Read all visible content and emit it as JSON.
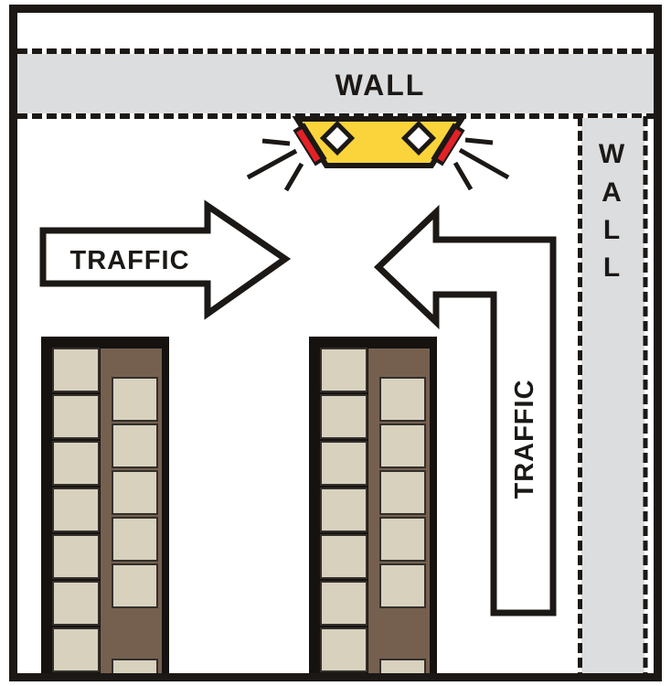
{
  "diagram_title": "aisle-corner-traffic-diagram",
  "labels": {
    "wall_top": "WALL",
    "wall_right_letters": [
      "W",
      "A",
      "L",
      "L"
    ],
    "traffic_left": "TRAFFIC",
    "traffic_right": "TRAFFIC"
  },
  "colors": {
    "line_black": "#1b1816",
    "wall_gray": "#dcddde",
    "lamp_yellow": "#fbd43c",
    "lamp_red": "#e42127",
    "shelf_tan": "#d8d1be",
    "shelf_brown": "#75604f",
    "shelf_frame": "#151210",
    "square_outline": "#33302c",
    "background": "#ffffff"
  },
  "shelving": {
    "unit_count": 2,
    "unit_x_positions": [
      45,
      338
    ],
    "left_column_squares": 7,
    "right_column_squares": 5,
    "right_column_has_bottom_partial": true
  }
}
